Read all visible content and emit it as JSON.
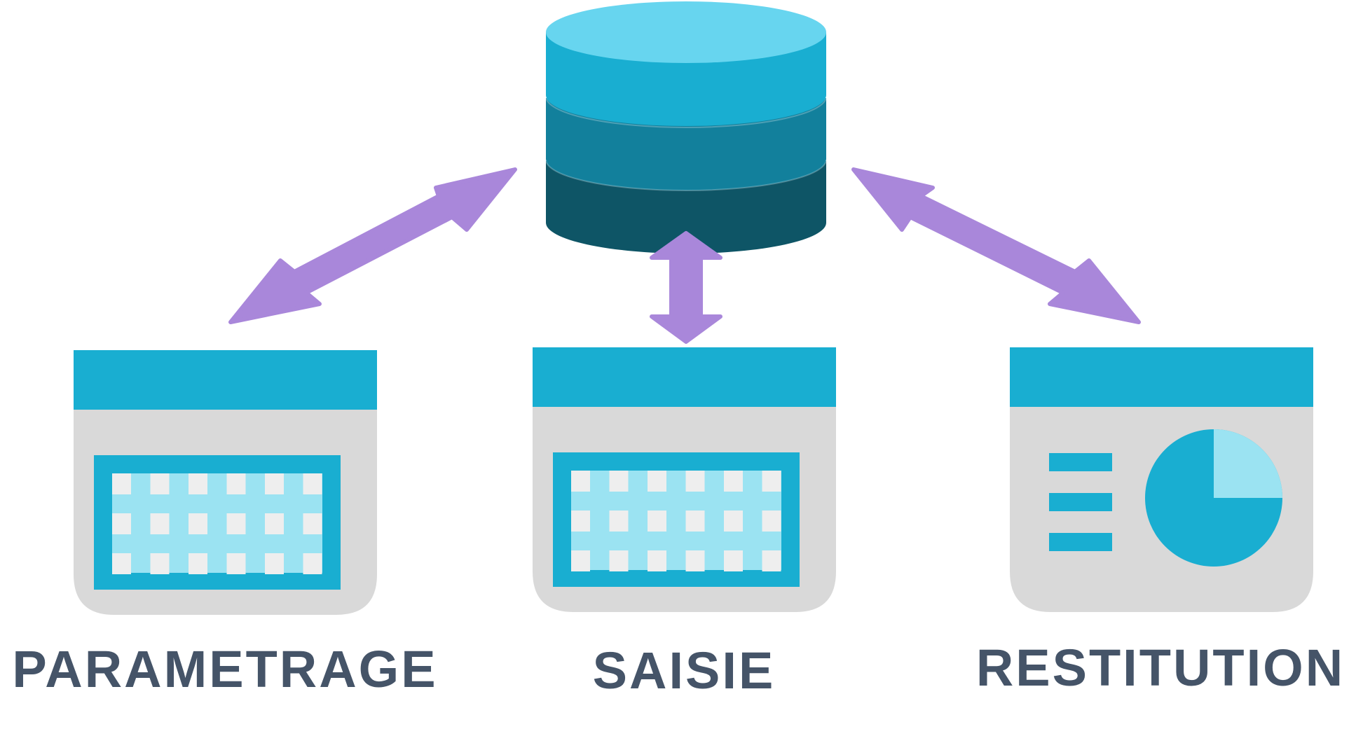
{
  "colors": {
    "background": "#ffffff",
    "db_top": "#67d5ef",
    "db_layer1": "#19aed1",
    "db_layer2": "#12809c",
    "db_layer3": "#0e5566",
    "arrow": "#a987da",
    "window_header": "#19aed1",
    "window_body": "#d9d9d9",
    "grid_bg": "#9be3f2",
    "grid_cell": "#eeeeee",
    "grid_frame": "#19aed1",
    "pie_main": "#19aed1",
    "pie_slice": "#9be3f2",
    "label": "#455468"
  },
  "database": {
    "icon": "database-icon"
  },
  "modules": [
    {
      "id": "parametrage",
      "label": "PARAMETRAGE",
      "icon": "table-window-icon"
    },
    {
      "id": "saisie",
      "label": "SAISIE",
      "icon": "table-window-icon"
    },
    {
      "id": "restitution",
      "label": "RESTITUTION",
      "icon": "report-window-icon"
    }
  ],
  "arrows": [
    {
      "from": "parametrage",
      "to": "database",
      "icon": "double-arrow-icon"
    },
    {
      "from": "saisie",
      "to": "database",
      "icon": "double-arrow-icon"
    },
    {
      "from": "restitution",
      "to": "database",
      "icon": "double-arrow-icon"
    }
  ]
}
